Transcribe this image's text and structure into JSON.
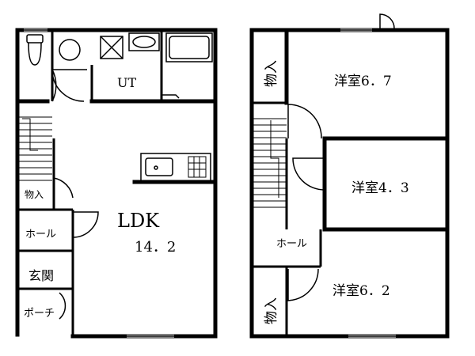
{
  "floor1": {
    "ut": "UT",
    "ldk": "LDK",
    "ldk_size": "14．2",
    "storage": "物入",
    "hall": "ホール",
    "entrance": "玄関",
    "porch": "ポーチ"
  },
  "floor2": {
    "storage_top": "物入",
    "storage_bottom": "物入",
    "bedroom1": "洋室6．7",
    "bedroom2": "洋室4．3",
    "bedroom3": "洋室6．2",
    "hall": "ホール"
  }
}
